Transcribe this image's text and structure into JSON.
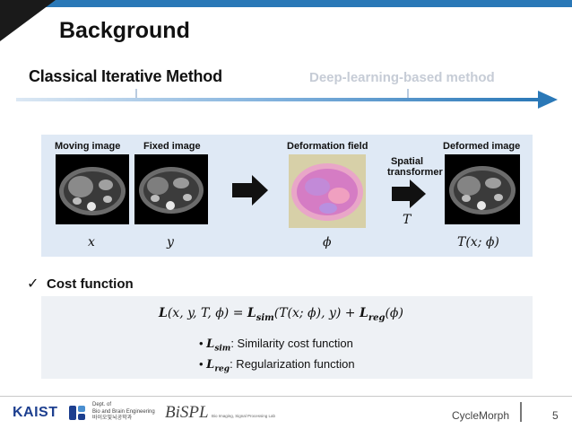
{
  "slide": {
    "title": "Background",
    "page_number": "5"
  },
  "timeline": {
    "left_label": "Classical Iterative Method",
    "right_label": "Deep-learning-based method"
  },
  "pipeline": {
    "moving_caption": "Moving image",
    "fixed_caption": "Fixed image",
    "deformation_caption": "Deformation field",
    "spatial_caption_line1": "Spatial",
    "spatial_caption_line2": "transformer",
    "deformed_caption": "Deformed image",
    "var_moving": "x",
    "var_fixed": "y",
    "var_field": "ϕ",
    "var_transformer": "T",
    "var_deformed": "T(x; ϕ)"
  },
  "cost": {
    "heading": "Cost function",
    "formula_lhs": "L",
    "formula_args": "(x, y, T, ϕ) = ",
    "formula_sim": "L",
    "formula_sim_sub": "sim",
    "formula_sim_args": "(T(x; ϕ), y) + ",
    "formula_reg": "L",
    "formula_reg_sub": "reg",
    "formula_reg_args": "(ϕ)",
    "bullet1_sym": "L",
    "bullet1_sub": "sim",
    "bullet1_text": ": Similarity cost function",
    "bullet2_sym": "L",
    "bullet2_sub": "reg",
    "bullet2_text": ": Regularization function"
  },
  "footer": {
    "kaist": "KAIST",
    "dept_line1": "Dept. of",
    "dept_line2": "Bio and Brain Engineering",
    "dept_line3": "바이오및뇌공학과",
    "bispl": "BiSPL",
    "bispl_sub": "Bio Imaging, Signal Processing Lab",
    "name": "CycleMorph"
  },
  "colors": {
    "accent_blue": "#2a78b7",
    "panel_bg": "#dfe9f5",
    "cost_bg": "#eef1f5",
    "muted_text": "#c6ccd6"
  },
  "icons": [
    "check-icon",
    "arrow-right-icon",
    "timeline-arrow-icon"
  ]
}
